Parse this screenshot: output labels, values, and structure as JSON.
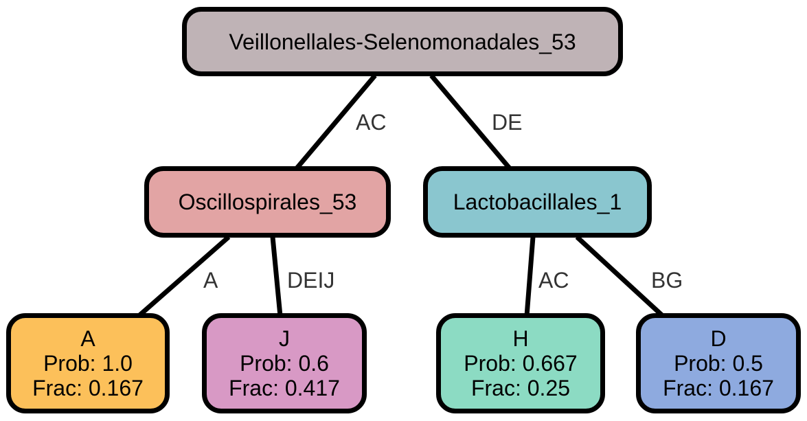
{
  "root": {
    "label": "Veillonellales-Selenomonadales_53",
    "color": "#bfb3b6"
  },
  "internal": [
    {
      "label": "Oscillospirales_53",
      "color": "#e2a4a4"
    },
    {
      "label": "Lactobacillales_1",
      "color": "#8ac6cf"
    }
  ],
  "leaves": [
    {
      "name": "A",
      "prob": "Prob: 1.0",
      "frac": "Frac: 0.167",
      "color": "#fcc05a"
    },
    {
      "name": "J",
      "prob": "Prob: 0.6",
      "frac": "Frac: 0.417",
      "color": "#d899c5"
    },
    {
      "name": "H",
      "prob": "Prob: 0.667",
      "frac": "Frac: 0.25",
      "color": "#8cdbc3"
    },
    {
      "name": "D",
      "prob": "Prob: 0.5",
      "frac": "Frac: 0.167",
      "color": "#8eaadf"
    }
  ],
  "edges": {
    "root_to_oscillo": "AC",
    "root_to_lacto": "DE",
    "oscillo_to_A": "A",
    "oscillo_to_J": "DEIJ",
    "lacto_to_H": "AC",
    "lacto_to_D": "BG"
  }
}
